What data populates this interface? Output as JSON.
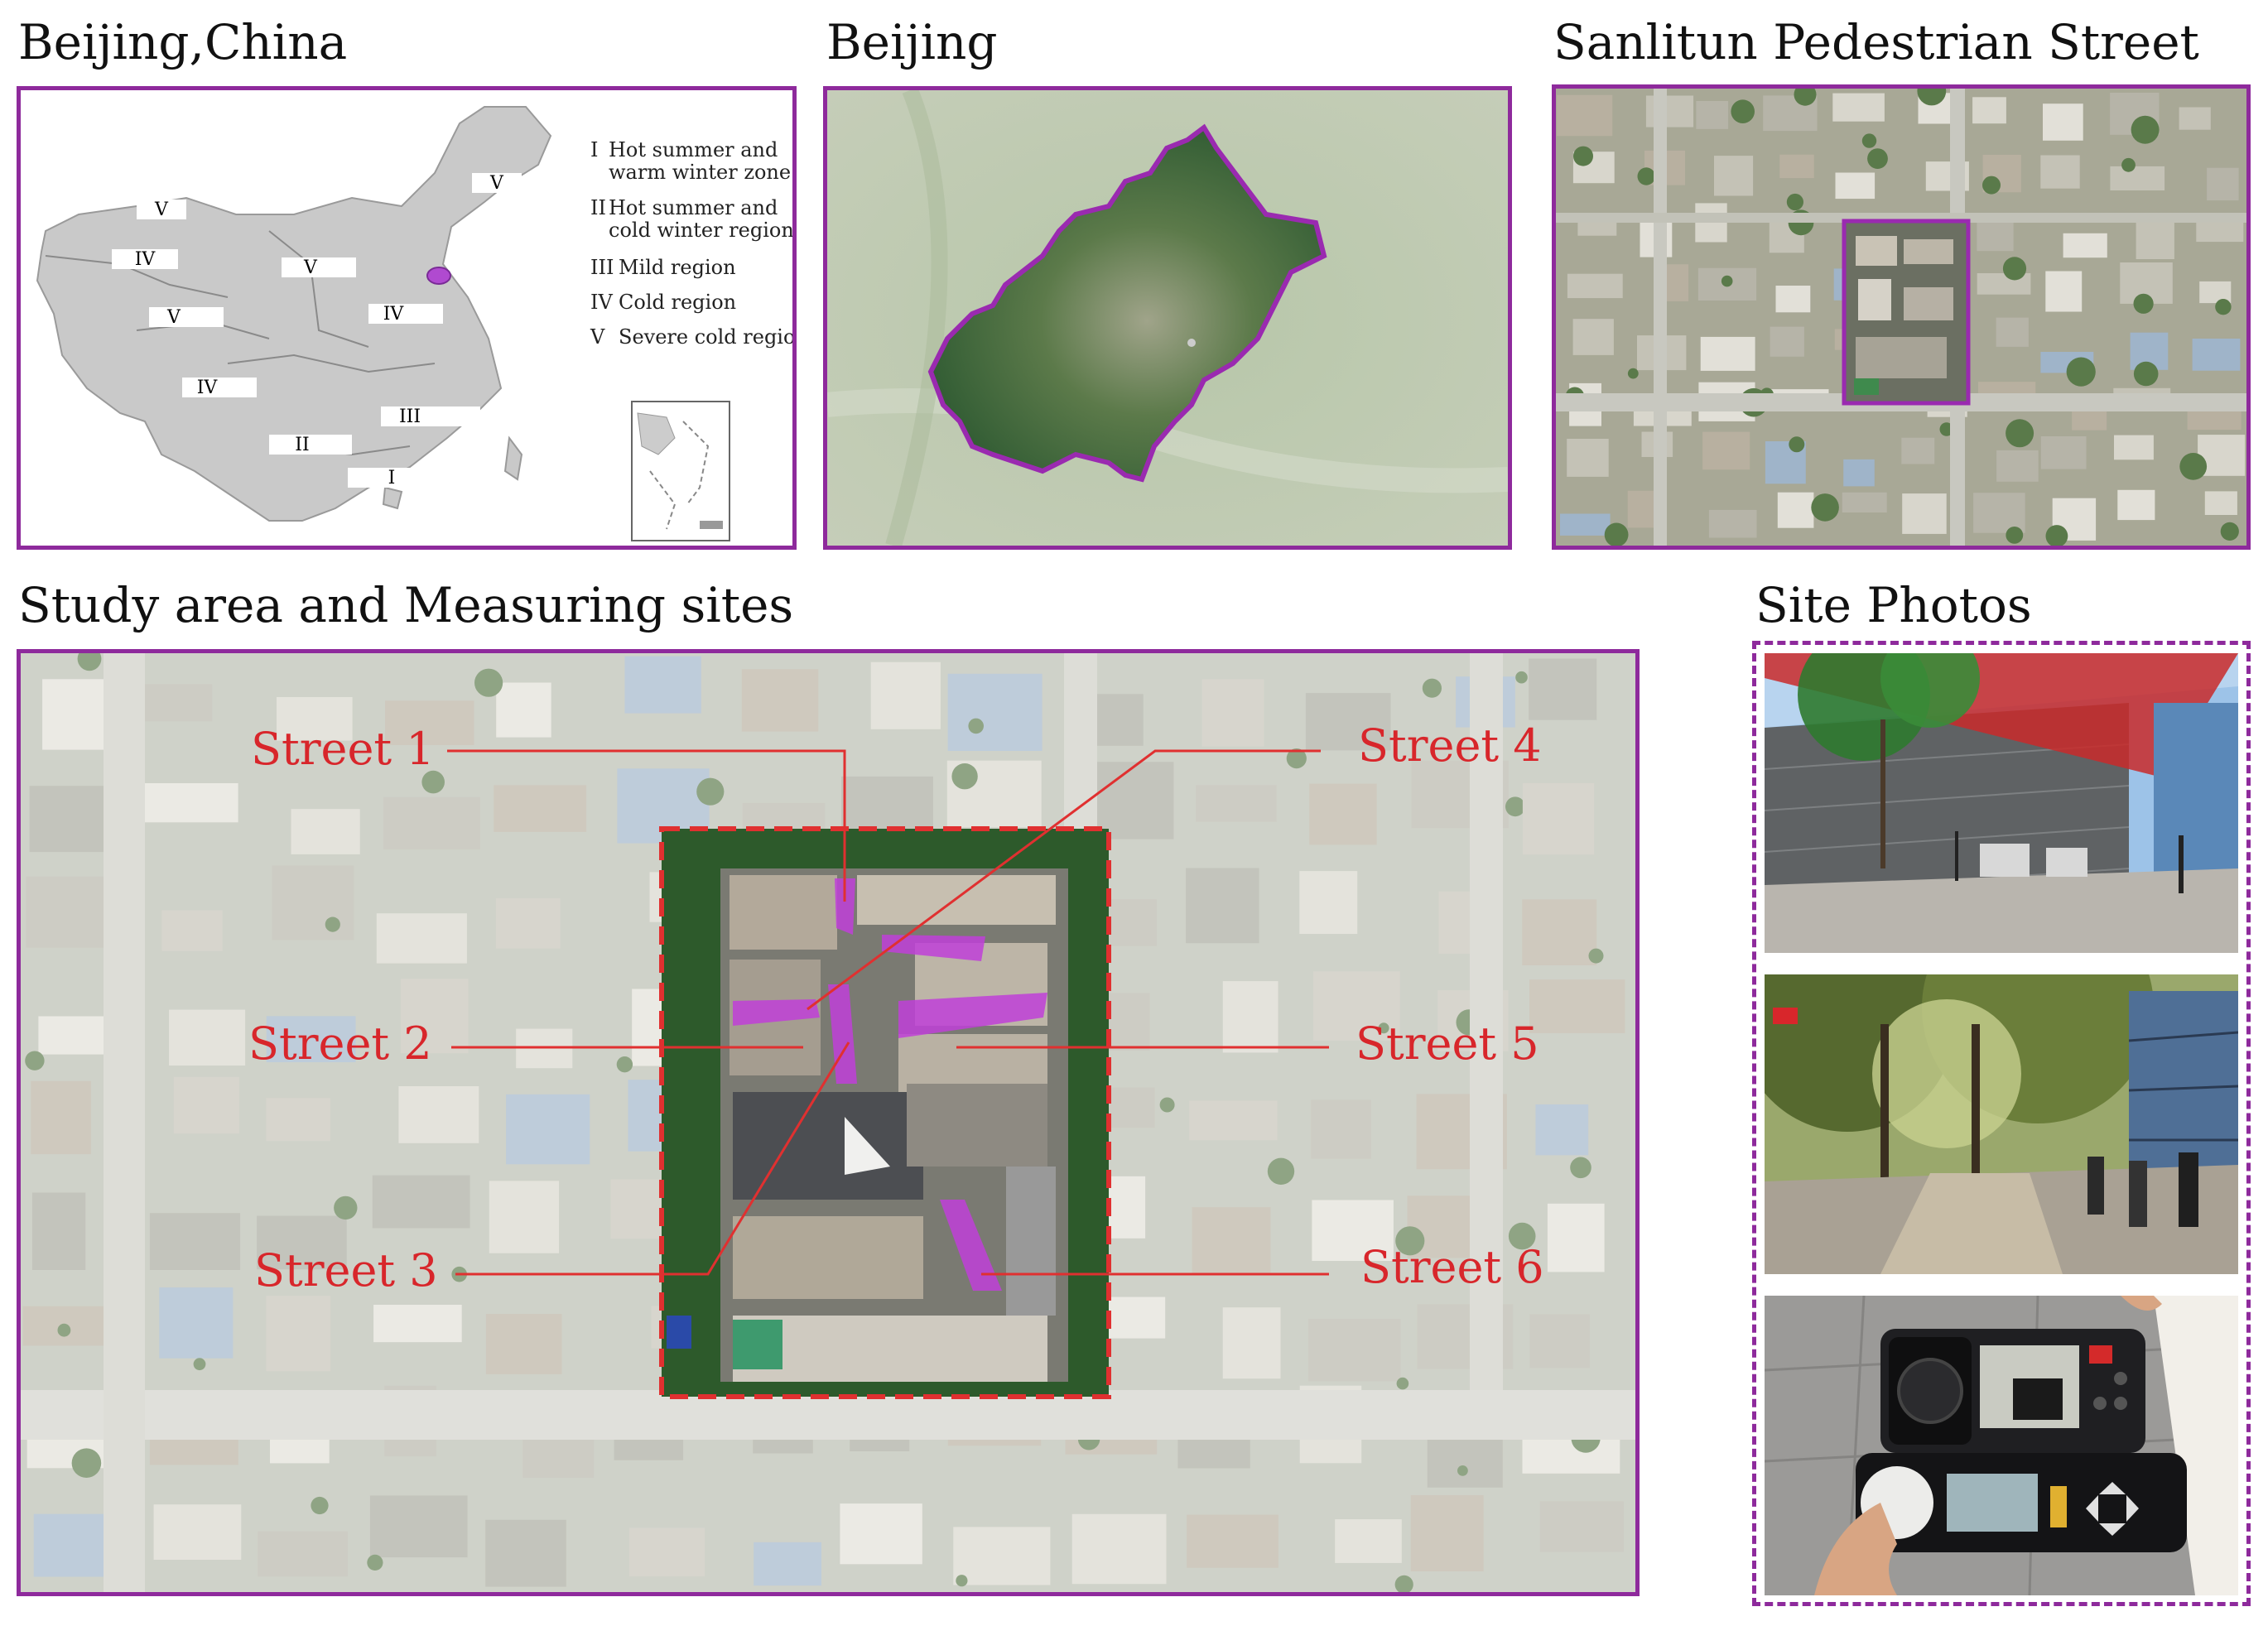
{
  "titles": {
    "china": "Beijing,China",
    "beijing": "Beijing",
    "sanlitun": "Sanlitun Pedestrian Street",
    "study": "Study area and Measuring sites",
    "photos": "Site Photos"
  },
  "china_map": {
    "legend": [
      {
        "numeral": "I",
        "text": "Hot summer and",
        "text2": "warm winter zone"
      },
      {
        "numeral": "II",
        "text": "Hot summer and",
        "text2": "cold winter region"
      },
      {
        "numeral": "III",
        "text": "Mild region"
      },
      {
        "numeral": "IV",
        "text": "Cold region"
      },
      {
        "numeral": "V",
        "text": "Severe cold region"
      }
    ],
    "zone_labels": [
      "V",
      "V",
      "IV",
      "V",
      "V",
      "IV",
      "IV",
      "III",
      "II",
      "I"
    ]
  },
  "streets": [
    "Street 1",
    "Street 2",
    "Street 3",
    "Street 4",
    "Street 5",
    "Street 6"
  ],
  "colors": {
    "frame": "#8e2a9c",
    "leader": "#e03030",
    "street_label": "#d8262b",
    "highlight": "#c040d8"
  },
  "photos": [
    {
      "name": "pedestrian-street-shaded-plaza"
    },
    {
      "name": "pedestrian-street-tree-lined-walkway"
    },
    {
      "name": "handheld-measuring-instruments"
    }
  ]
}
